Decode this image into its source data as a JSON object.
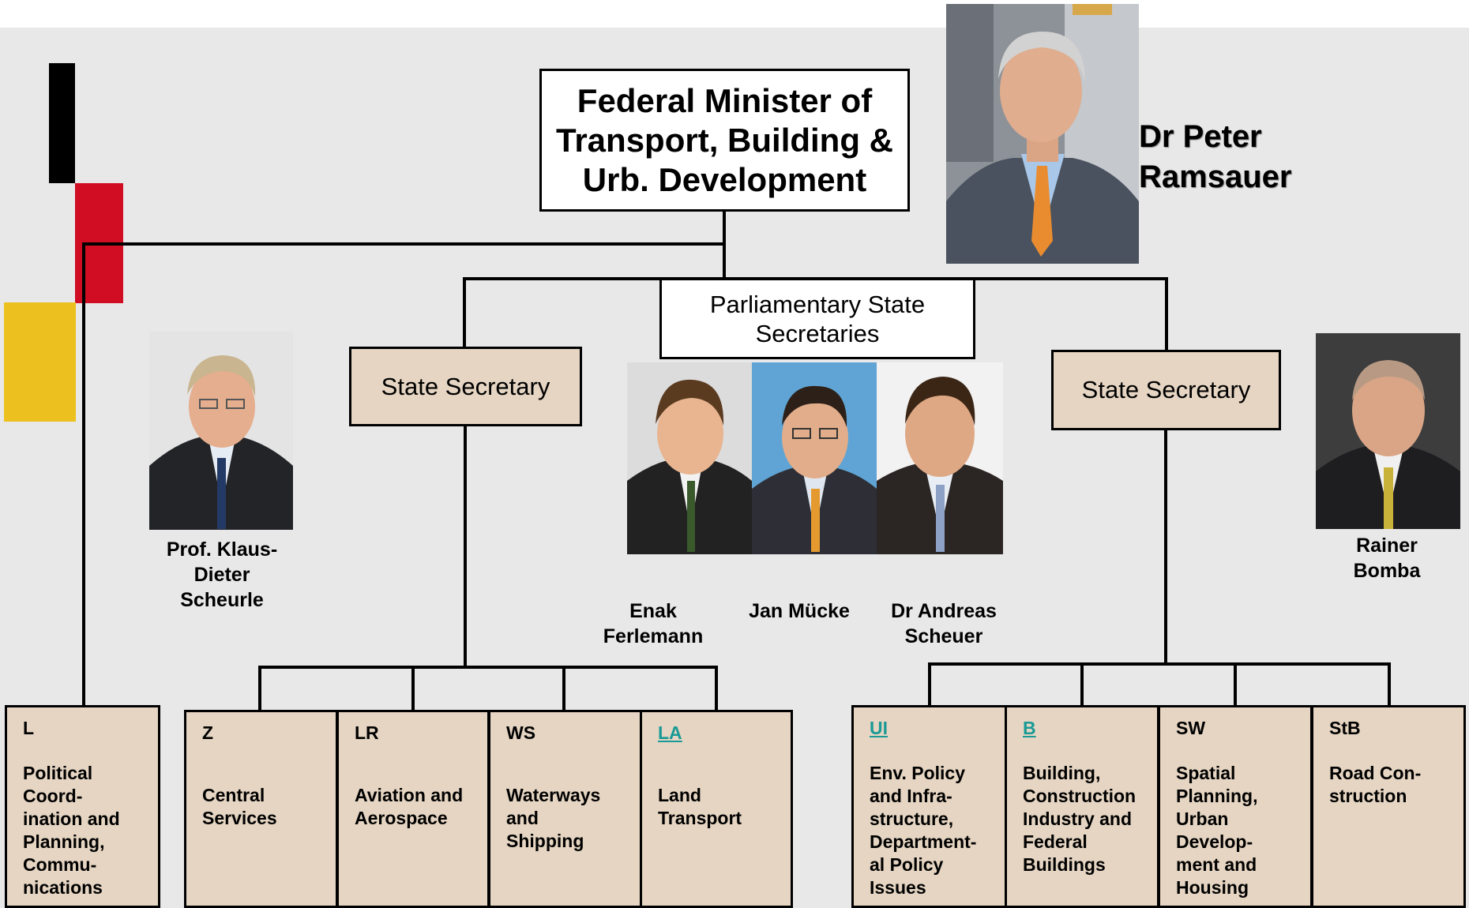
{
  "minister": {
    "title": "Federal Minister of Transport, Building & Urb. Development",
    "name": "Dr Peter Ramsauer"
  },
  "parliamentary": {
    "title": "Parliamentary State Secretaries",
    "people": [
      {
        "name": "Enak Ferlemann"
      },
      {
        "name": "Jan Mücke"
      },
      {
        "name": "Dr Andreas Scheuer"
      }
    ]
  },
  "state_secretaries": [
    {
      "title": "State Secretary",
      "name": "Prof. Klaus-Dieter Scheurle"
    },
    {
      "title": "State Secretary",
      "name": "Rainer Bomba"
    }
  ],
  "departments": [
    {
      "code": "L",
      "title": "Political Coord-ination and Planning, Commu-nications"
    },
    {
      "code": "Z",
      "title": "Central Services"
    },
    {
      "code": "LR",
      "title": "Aviation and Aerospace"
    },
    {
      "code": "WS",
      "title": "Waterways and Shipping"
    },
    {
      "code": "LA",
      "title": "Land Transport",
      "link": true
    },
    {
      "code": "UI",
      "title": "Env. Policy and Infra-structure, Department-al Policy Issues",
      "link": true
    },
    {
      "code": "B",
      "title": "Building, Construction Industry and Federal Buildings",
      "link": true
    },
    {
      "code": "SW",
      "title": "Spatial Planning, Urban Develop-ment and Housing"
    },
    {
      "code": "StB",
      "title": "Road Con-struction"
    }
  ],
  "colors": {
    "flag_black": "#000000",
    "flag_red": "#d00d22",
    "flag_gold": "#ecc11f",
    "box_fill": "#e5d5c2",
    "link": "#1a9a96",
    "background": "#e9e8e8"
  }
}
